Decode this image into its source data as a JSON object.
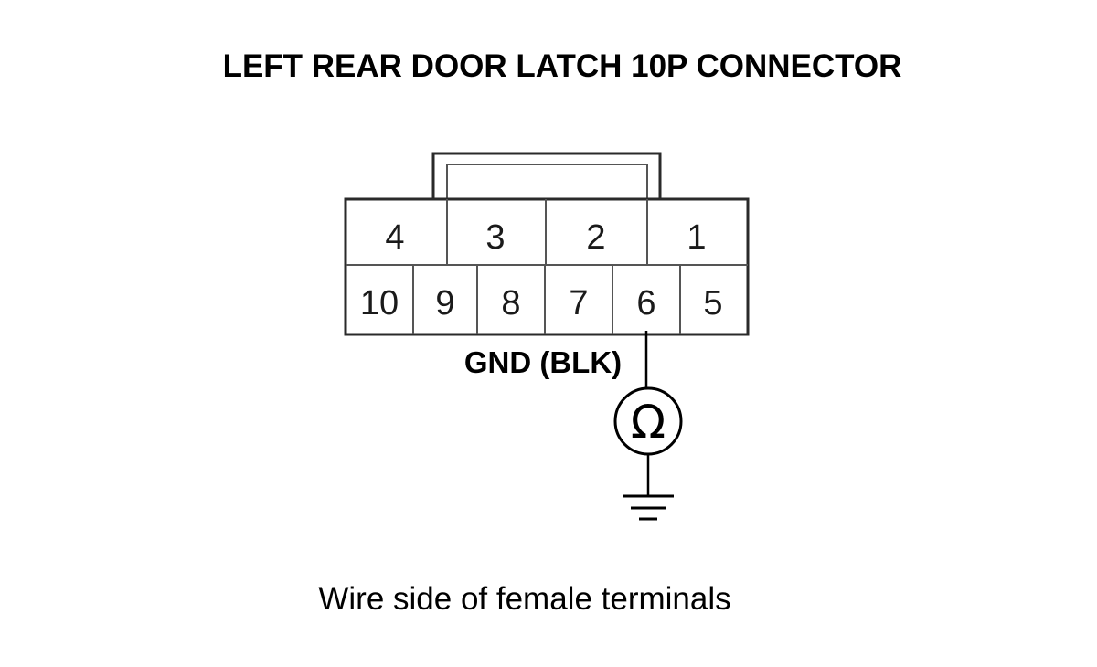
{
  "title": "LEFT REAR DOOR LATCH 10P CONNECTOR",
  "connector": {
    "top_row": [
      "4",
      "3",
      "2",
      "1"
    ],
    "bottom_row": [
      "10",
      "9",
      "8",
      "7",
      "6",
      "5"
    ]
  },
  "probe": {
    "label": "GND (BLK)",
    "meter_symbol": "Ω",
    "meter_icon": "ohmmeter-icon",
    "ground_icon": "ground-icon"
  },
  "caption": "Wire side of female terminals"
}
